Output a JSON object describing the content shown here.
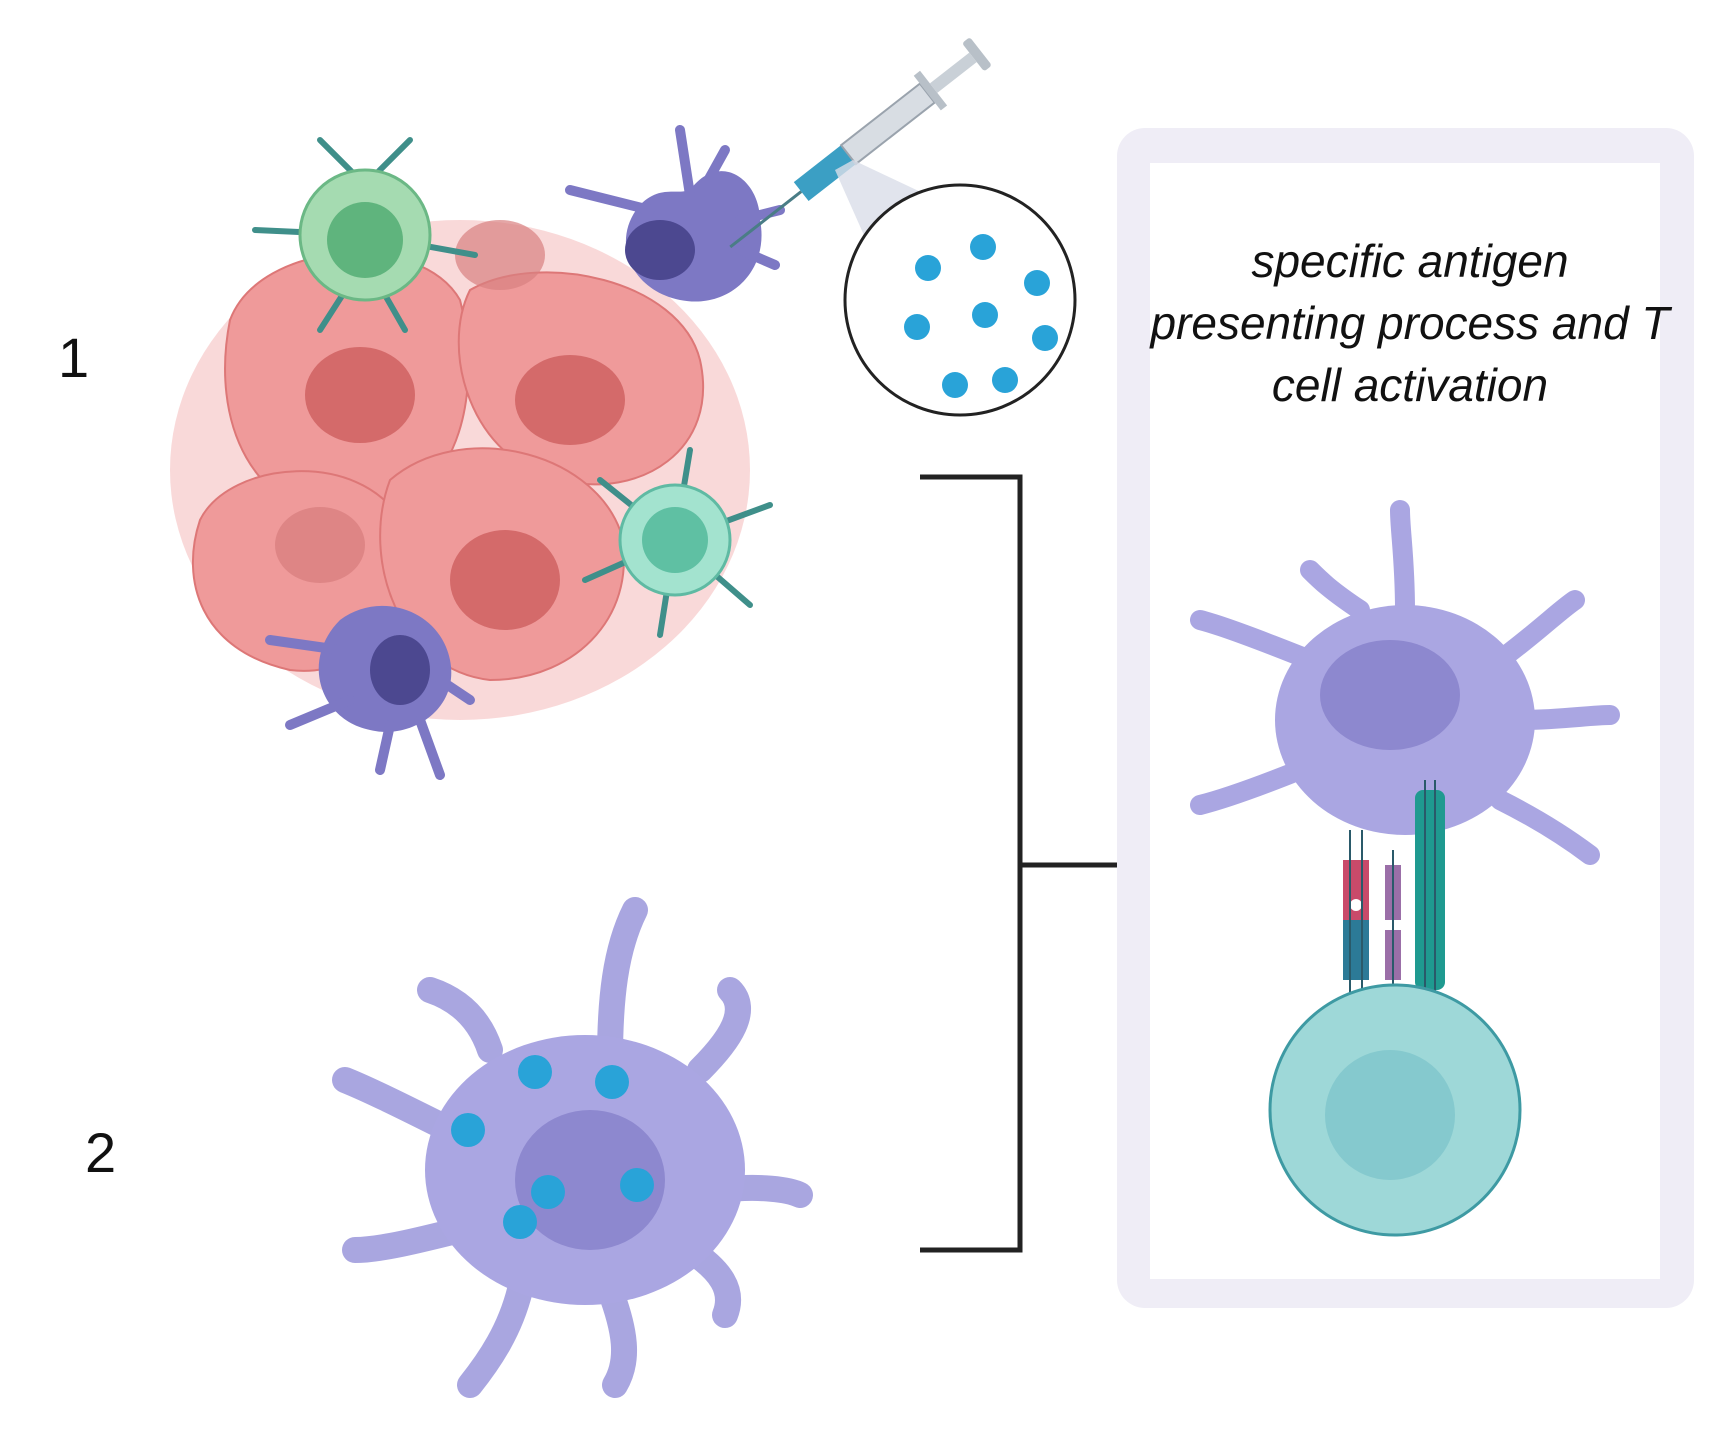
{
  "labels": {
    "step1": "1",
    "step2": "2"
  },
  "caption": "specific antigen presenting process and T cell activation",
  "colors": {
    "tumor": "#ef9a9a",
    "tumor_nucleus": "#d46a6a",
    "dendritic_cell": "#a9a6e0",
    "dendritic_dark": "#7d78c4",
    "t_cell_green": "#9fd3b0",
    "t_cell_teal": "#9ed8d8",
    "antigen": "#29a3d8",
    "panel_border": "#ece9f5",
    "bracket": "#222222"
  },
  "icons": [
    "tumor-cells",
    "syringe-icon",
    "antigen-particles",
    "dendritic-cell",
    "t-cell",
    "antibody-receptors"
  ]
}
